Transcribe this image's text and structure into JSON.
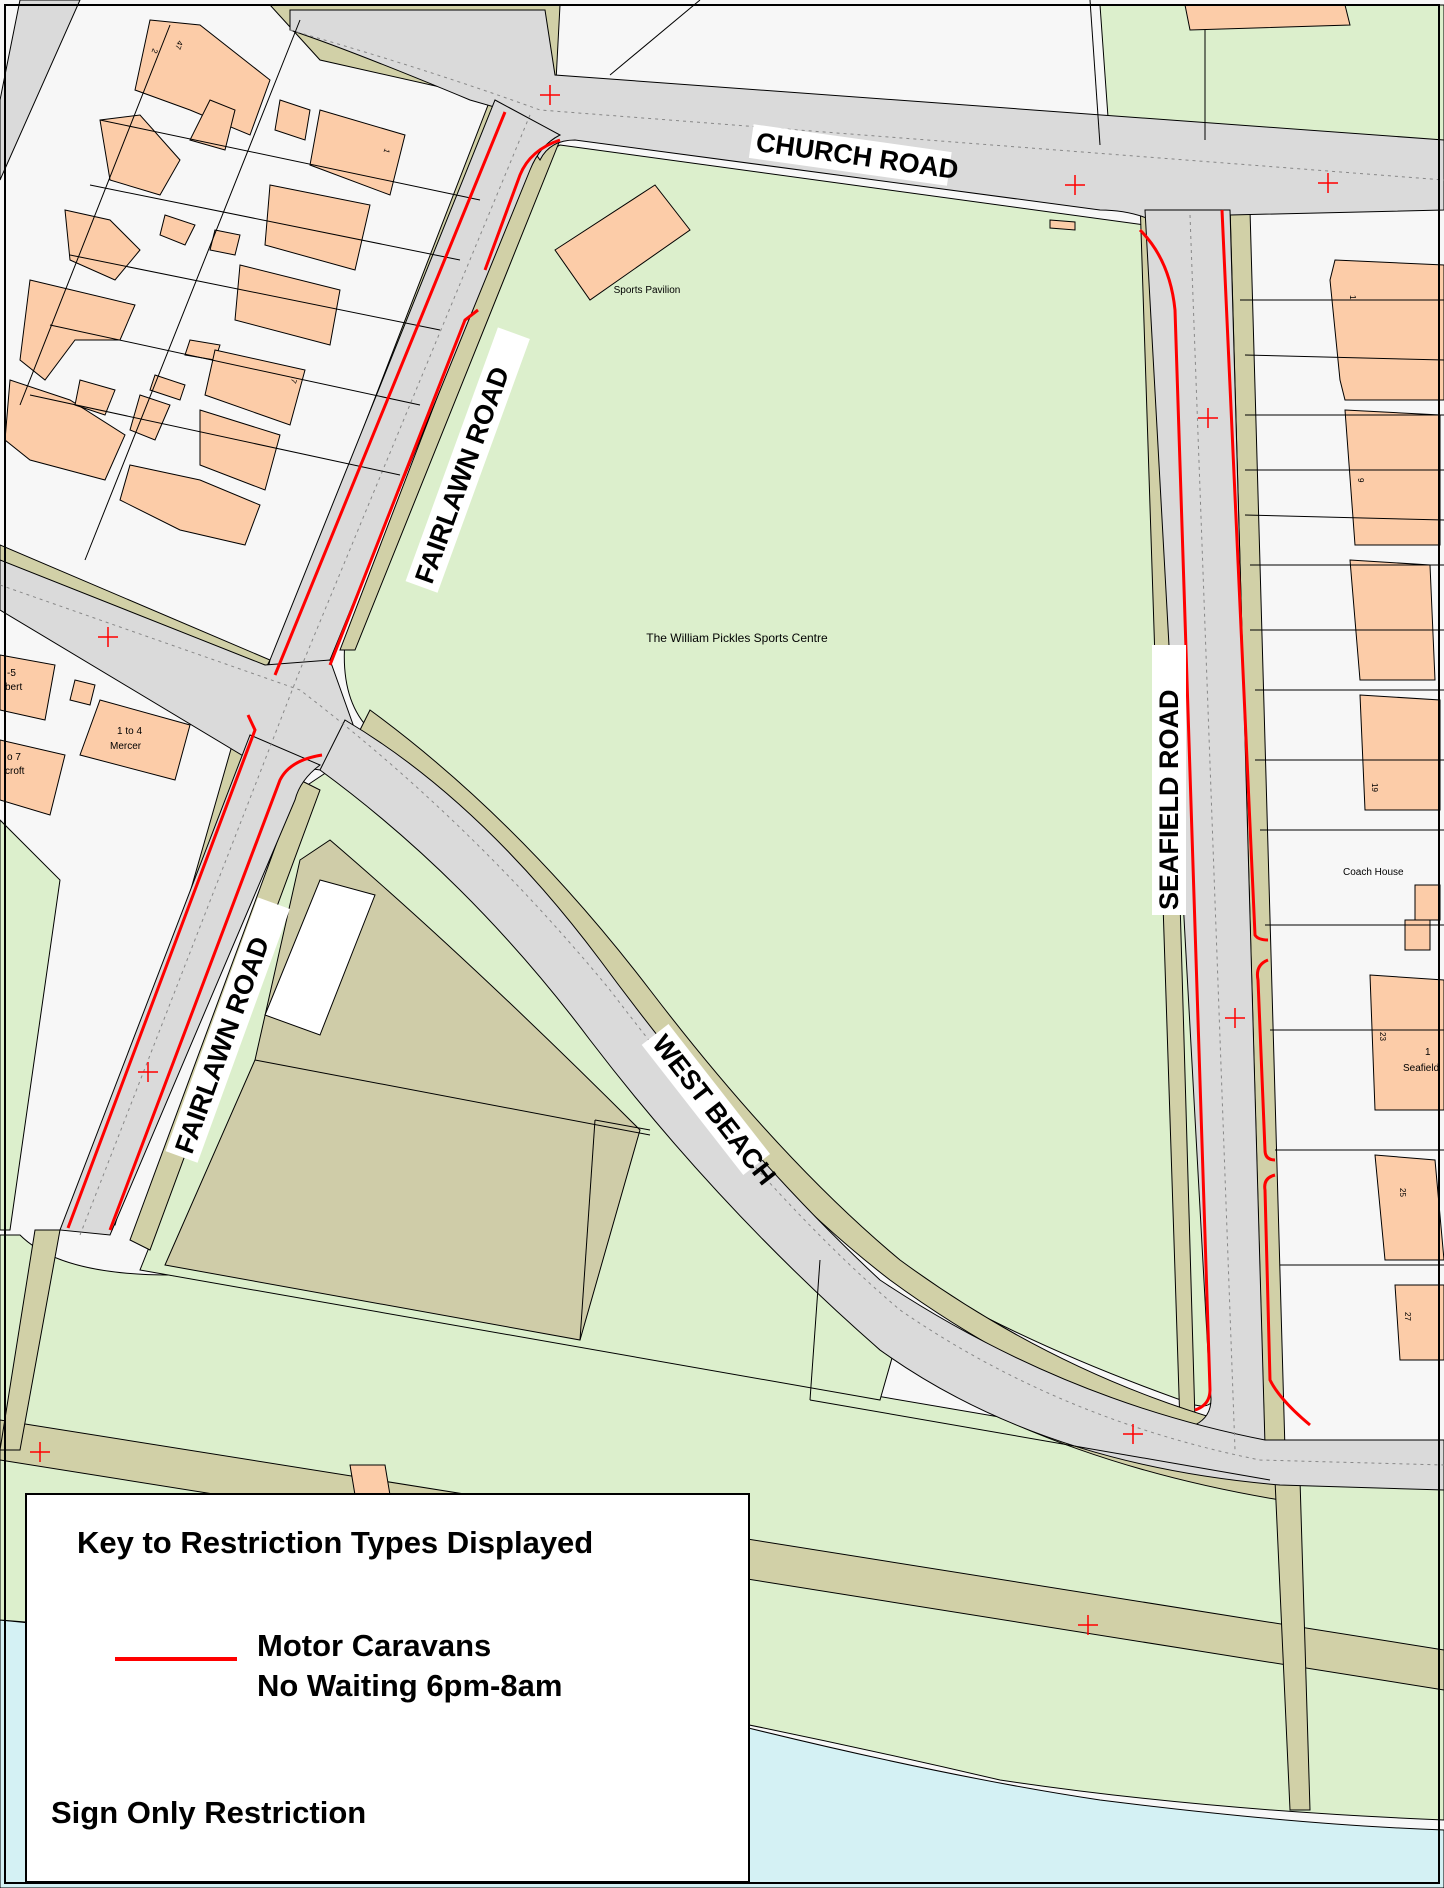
{
  "map": {
    "roads": {
      "church_road": "CHURCH ROAD",
      "fairlawn_road_north": "FAIRLAWN ROAD",
      "fairlawn_road_south": "FAIRLAWN ROAD",
      "seafield_road": "SEAFIELD ROAD",
      "west_beach": "WEST BEACH"
    },
    "places": {
      "sports_centre": "The William Pickles Sports Centre",
      "sports_pavilion": "Sports Pavilion",
      "coach_house": "Coach House",
      "mercer_flats_number": "1 to 4",
      "mercer_flats_name": "Mercer",
      "partial_a1": "-5",
      "partial_a2": "bert",
      "partial_b1": "o 7",
      "partial_b2": "croft",
      "partial_sea": "Seafield",
      "partial_sea_num": "1"
    },
    "house_numbers": {
      "left_47": "47",
      "left_2": "2",
      "left_1": "1",
      "left_7": "7",
      "right_1": "1",
      "right_9": "9",
      "right_19": "19",
      "right_23": "23",
      "right_25": "25",
      "right_27": "27"
    },
    "colors": {
      "restriction_line": "#ff0000",
      "road": "#dadada",
      "footway": "#d1d0a7",
      "grass": "#dcefcc",
      "building": "#fccca8",
      "sea": "#d4f1f4",
      "plot": "#f7f7f7",
      "rough_ground": "#cfcca8"
    }
  },
  "key": {
    "title": "Key to Restriction Types Displayed",
    "motor_caravans": "Motor Caravans",
    "no_waiting": "No Waiting 6pm-8am",
    "sign_only": "Sign Only Restriction"
  }
}
